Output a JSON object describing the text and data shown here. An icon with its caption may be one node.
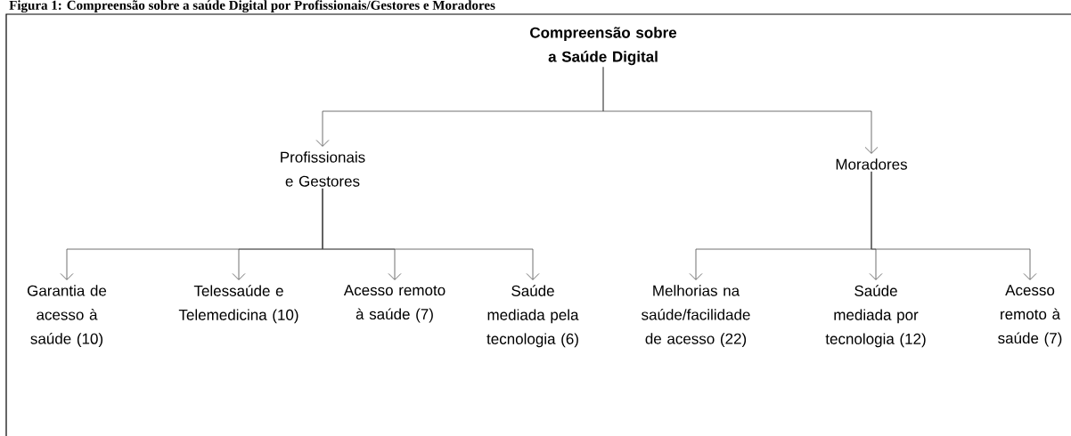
{
  "diagram": {
    "title": "Figura 1: Compreensão sobre a saúde Digital por Profissionais/Gestores e Moradores",
    "nodes": [
      {
        "text": [
          "Compreensão sobre a Saúde Digital"
        ]
      },
      {
        "text": [
          "Profissionais e Gestores"
        ]
      },
      {
        "text": [
          "Moradores"
        ]
      },
      {
        "text": [
          "Garantia de acesso à saúde (10)"
        ]
      },
      {
        "text": [
          "Telessaúde e Telemedicina (10)"
        ]
      },
      {
        "text": [
          "Acesso remoto à saúde (7)"
        ]
      },
      {
        "text": [
          "Saúde mediada pela tecnologia (6)"
        ]
      },
      {
        "text": [
          "Melhorias na saúde/facilidade de acesso (22)"
        ]
      },
      {
        "text": [
          "Saúde mediada por tecnologia (12)"
        ]
      },
      {
        "text": [
          "Acesso remoto à saúde (7)"
        ]
      }
    ],
    "edges": [
      {
        "from": 0,
        "to": 1,
        "arrow": "to"
      },
      {
        "from": 0,
        "to": 2,
        "arrow": "to"
      },
      {
        "from": 1,
        "to": 3,
        "arrow": "to"
      },
      {
        "from": 1,
        "to": 4,
        "arrow": "to"
      },
      {
        "from": 1,
        "to": 5,
        "arrow": "to"
      },
      {
        "from": 1,
        "to": 6,
        "arrow": "to"
      },
      {
        "from": 2,
        "to": 7,
        "arrow": "to"
      },
      {
        "from": 2,
        "to": 8,
        "arrow": "to"
      },
      {
        "from": 2,
        "to": 9,
        "arrow": "to"
      }
    ]
  }
}
